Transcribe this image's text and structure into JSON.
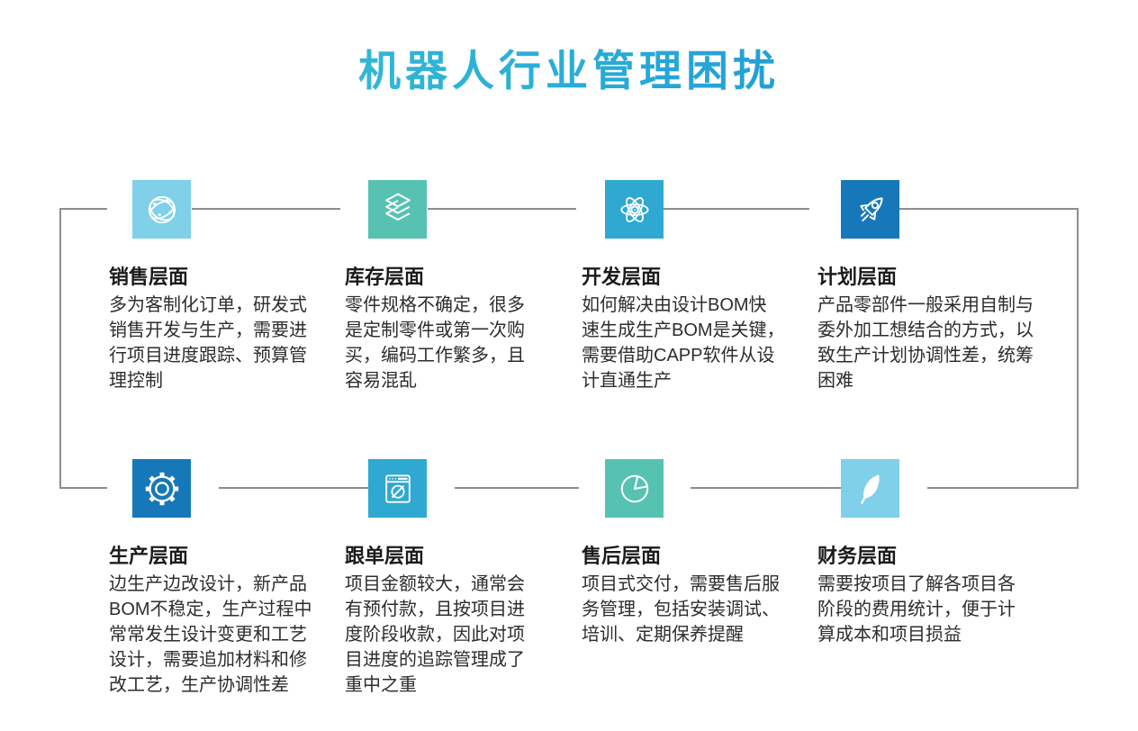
{
  "page": {
    "title": "机器人行业管理困扰"
  },
  "colors": {
    "title_gradient_start": "#41c5d0",
    "title_gradient_end": "#1a8dd0",
    "light_blue": "#7fd0e8",
    "teal": "#57c2b1",
    "cyan_blue": "#2fa8d2",
    "deep_blue": "#1678b8",
    "connector_gray": "#8d8d8d",
    "heading_text": "#1b1b1b",
    "body_text": "#2d2d2d"
  },
  "sections": [
    {
      "id": "sales",
      "icon": "globe-network-icon",
      "color": "#7fd0e8",
      "title": "销售层面",
      "body": "多为客制化订单，研发式\n销售开发与生产，需要进\n行项目进度跟踪、预算管\n理控制"
    },
    {
      "id": "inventory",
      "icon": "layers-icon",
      "color": "#57c2b1",
      "title": "库存层面",
      "body": "零件规格不确定，很多\n是定制零件或第一次购\n买，编码工作繁多，且\n容易混乱"
    },
    {
      "id": "development",
      "icon": "atom-icon",
      "color": "#2fa8d2",
      "title": "开发层面",
      "body": "如何解决由设计BOM快\n速生成生产BOM是关键，\n需要借助CAPP软件从设\n计直通生产"
    },
    {
      "id": "planning",
      "icon": "rocket-icon",
      "color": "#1678b8",
      "title": "计划层面",
      "body": "产品零部件一般采用自制与\n委外加工想结合的方式，以\n致生产计划协调性差，统筹\n困难"
    },
    {
      "id": "production",
      "icon": "gear-icon",
      "color": "#1678b8",
      "title": "生产层面",
      "body": "边生产边改设计，新产品\nBOM不稳定，生产过程中\n常常发生设计变更和工艺\n设计，需要追加材料和修\n改工艺，生产协调性差"
    },
    {
      "id": "order-tracking",
      "icon": "browser-compass-icon",
      "color": "#2fa8d2",
      "title": "跟单层面",
      "body": "项目金额较大，通常会\n有预付款，且按项目进\n度阶段收款，因此对项\n目进度的追踪管理成了\n重中之重"
    },
    {
      "id": "after-sales",
      "icon": "pie-chart-icon",
      "color": "#57c2b1",
      "title": "售后层面",
      "body": "项目式交付，需要售后服\n务管理，包括安装调试、\n培训、定期保养提醒"
    },
    {
      "id": "finance",
      "icon": "feather-icon",
      "color": "#7fd0e8",
      "title": "财务层面",
      "body": "需要按项目了解各项目各\n阶段的费用统计，便于计\n算成本和项目损益"
    }
  ]
}
